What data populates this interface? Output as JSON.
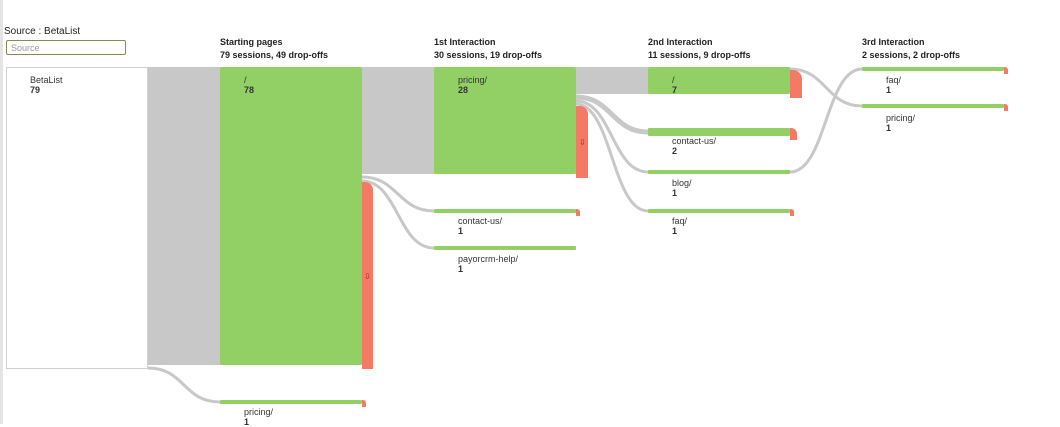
{
  "source": {
    "label": "Source : BetaList",
    "input_placeholder": "Source",
    "node_name": "BetaList",
    "node_count": "79"
  },
  "columns": [
    {
      "title": "Starting pages",
      "subtitle": "79 sessions, 49 drop-offs"
    },
    {
      "title": "1st Interaction",
      "subtitle": "30 sessions, 19 drop-offs"
    },
    {
      "title": "2nd Interaction",
      "subtitle": "11 sessions, 9 drop-offs"
    },
    {
      "title": "3rd Interaction",
      "subtitle": "2 sessions, 2 drop-offs"
    }
  ],
  "nodes": {
    "start_home": {
      "page": "/",
      "count": "78"
    },
    "start_pricing": {
      "page": "pricing/",
      "count": "1"
    },
    "i1_pricing": {
      "page": "pricing/",
      "count": "28"
    },
    "i1_contact": {
      "page": "contact-us/",
      "count": "1"
    },
    "i1_payorcrm": {
      "page": "payorcrm-help/",
      "count": "1"
    },
    "i2_home": {
      "page": "/",
      "count": "7"
    },
    "i2_contact": {
      "page": "contact-us/",
      "count": "2"
    },
    "i2_blog": {
      "page": "blog/",
      "count": "1"
    },
    "i2_faq": {
      "page": "faq/",
      "count": "1"
    },
    "i3_faq": {
      "page": "faq/",
      "count": "1"
    },
    "i3_pricing": {
      "page": "pricing/",
      "count": "1"
    }
  },
  "colors": {
    "node": "#92d066",
    "dropoff": "#f47a66",
    "flow": "#c8c8c8"
  },
  "icons": {
    "dropoff": "drop-off-arrow-icon"
  }
}
